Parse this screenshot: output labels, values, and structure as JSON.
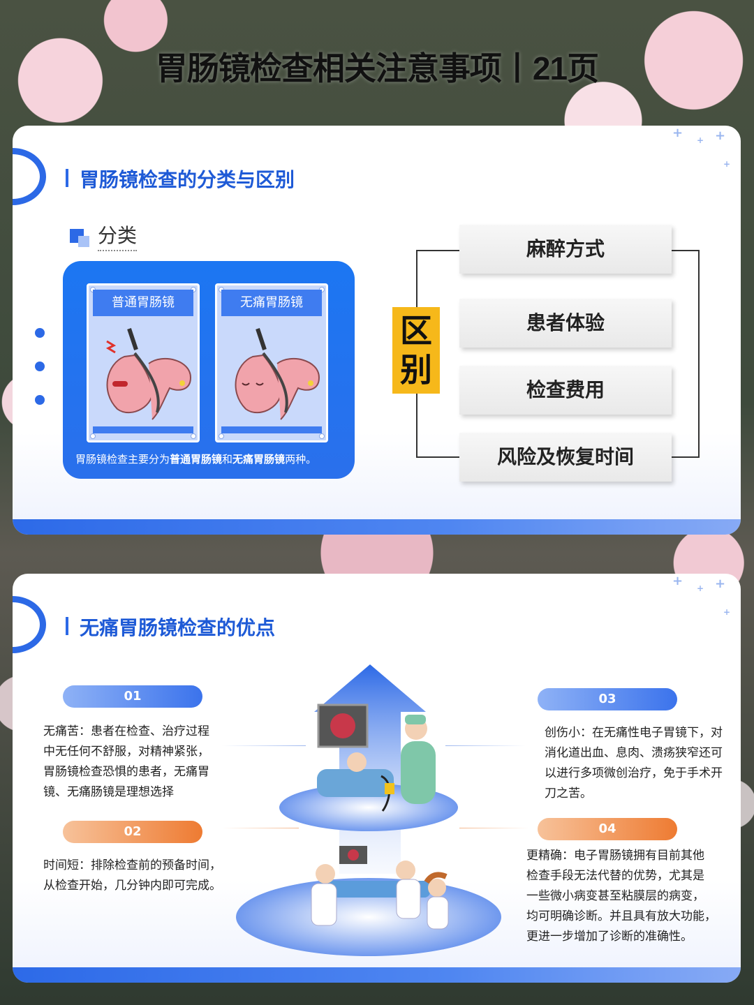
{
  "page_title": "胃肠镜检查相关注意事项丨21页",
  "section1": {
    "title": "胃肠镜检查的分类与区别",
    "classify_label": "分类",
    "frame1_title": "普通胃肠镜",
    "frame2_title": "无痛胃肠镜",
    "caption_pre": "胃肠镜检查主要分为",
    "caption_b1": "普通胃肠镜",
    "caption_mid": "和",
    "caption_b2": "无痛胃肠镜",
    "caption_post": "两种。",
    "diff_label_1": "区",
    "diff_label_2": "别",
    "diff_items": [
      "麻醉方式",
      "患者体验",
      "检查费用",
      "风险及恢复时间"
    ]
  },
  "section2": {
    "title": "无痛胃肠镜检查的优点",
    "points": [
      {
        "num": "01",
        "lines": [
          "无痛苦：患者在检查、治疗过程",
          "中无任何不舒服，对精神紧张，",
          "胃肠镜检查恐惧的患者，无痛胃",
          "镜、无痛肠镜是理想选择"
        ]
      },
      {
        "num": "02",
        "lines": [
          "时间短：排除检查前的预备时间，",
          "从检查开始，几分钟内即可完成。"
        ]
      },
      {
        "num": "03",
        "lines": [
          "创伤小：在无痛性电子胃镜下，对",
          "消化道出血、息肉、溃疡狭窄还可",
          "以进行多项微创治疗，免于手术开",
          "刀之苦。"
        ]
      },
      {
        "num": "04",
        "lines": [
          "更精确：电子胃肠镜拥有目前其他",
          "检查手段无法代替的优势，尤其是",
          "一些微小病变甚至粘膜层的病变，",
          "均可明确诊断。并且具有放大功能，",
          "更进一步增加了诊断的准确性。"
        ]
      }
    ]
  },
  "colors": {
    "accent_blue": "#2c69e6",
    "accent_orange": "#ee7b32",
    "accent_yellow": "#f6b81a"
  }
}
